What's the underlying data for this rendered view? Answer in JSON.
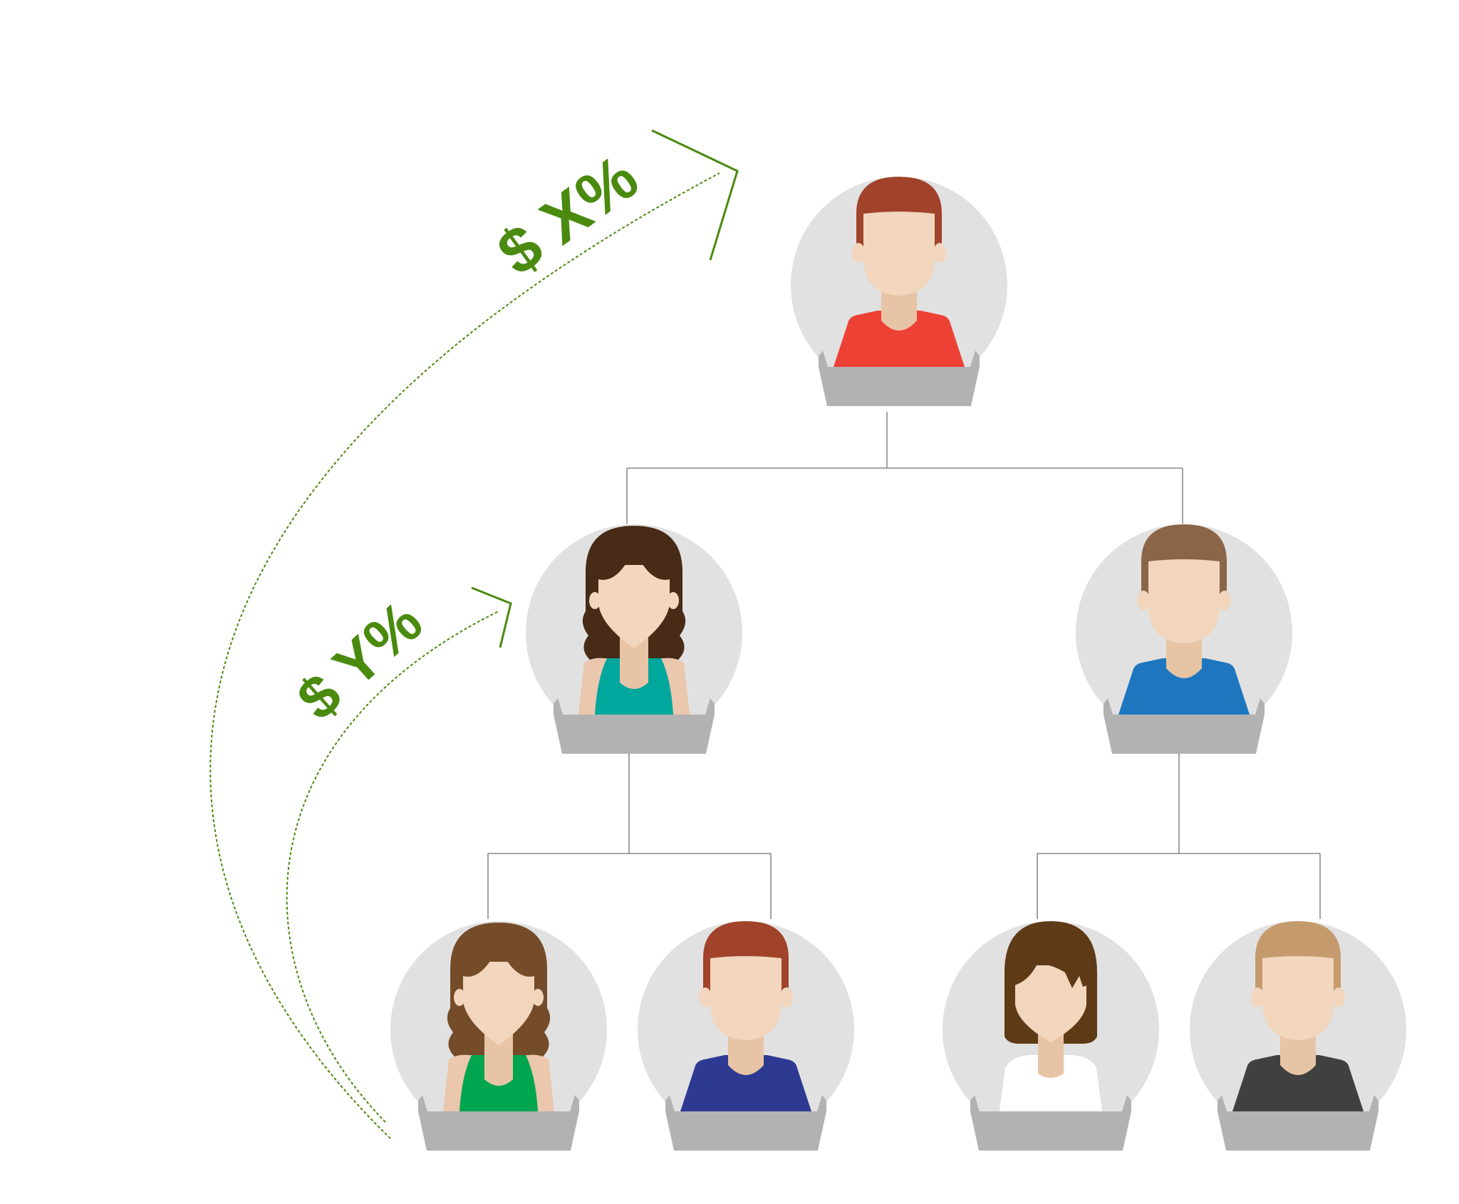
{
  "colors": {
    "accent_green": "#4a8a0f",
    "connector": "#8a8a8a",
    "avatar_bg": "#e1e1e1",
    "pedestal": "#b2b2b2",
    "skin": "#f2d6bd",
    "neck": "#e8c4a6"
  },
  "labels": {
    "upline_commission": "$ X%",
    "direct_commission": "$ Y%"
  },
  "members": [
    {
      "id": "root",
      "gender": "male",
      "hair": "#a0432a",
      "shirt": "#ee4136",
      "icon": "avatar-male-red-shirt"
    },
    {
      "id": "left-manager",
      "gender": "female-curly",
      "hair": "#472b16",
      "shirt": "#00a79d",
      "icon": "avatar-female-teal-top"
    },
    {
      "id": "right-manager",
      "gender": "male",
      "hair": "#8a6547",
      "shirt": "#1e77be",
      "icon": "avatar-male-blue-shirt"
    },
    {
      "id": "leaf-1",
      "gender": "female-curly",
      "hair": "#754c29",
      "shirt": "#00a64f",
      "icon": "avatar-female-green-top"
    },
    {
      "id": "leaf-2",
      "gender": "male",
      "hair": "#a0432a",
      "shirt": "#2e3a91",
      "icon": "avatar-male-navy-shirt"
    },
    {
      "id": "leaf-3",
      "gender": "female-bob",
      "hair": "#5f3a17",
      "shirt": "#ffffff",
      "icon": "avatar-female-white-top"
    },
    {
      "id": "leaf-4",
      "gender": "male",
      "hair": "#c59a6d",
      "shirt": "#404040",
      "icon": "avatar-male-dark-shirt"
    }
  ]
}
